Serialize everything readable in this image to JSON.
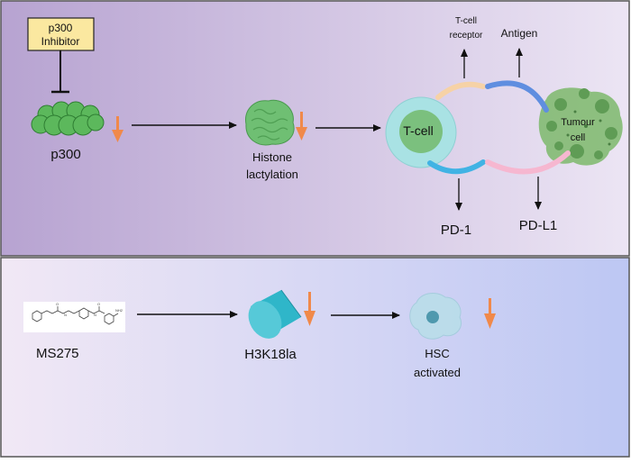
{
  "panel_top": {
    "inhibitor_label_line1": "p300",
    "inhibitor_label_line2": "Inhibitor",
    "p300_label": "p300",
    "histone_label_line1": "Histone",
    "histone_label_line2": "lactylation",
    "tcell_label": "T-cell",
    "tcell_receptor_line1": "T-cell",
    "tcell_receptor_line2": "receptor",
    "antigen_label": "Antigen",
    "tumour_label_line1": "Tumour",
    "tumour_label_line2": "cell",
    "pd1_label": "PD-1",
    "pdl1_label": "PD-L1"
  },
  "panel_bottom": {
    "drug_label": "MS275",
    "h3k18la_label": "H3K18la",
    "hsc_label_line1": "HSC",
    "hsc_label_line2": "activated"
  },
  "colors": {
    "top_gradient_start": "#b49fcf",
    "top_gradient_end": "#ebe3f3",
    "bottom_gradient_start": "#f1e7f4",
    "bottom_gradient_end": "#bcc6f3",
    "down_arrow": "#f0894a",
    "inhibitor_box": "#fbe8a0",
    "p300_green": "#5cb85c",
    "tcell_ring": "#a6e0e2",
    "tcell_core": "#79bf7d",
    "h3k18la_cyan": "#2fb6c9"
  }
}
